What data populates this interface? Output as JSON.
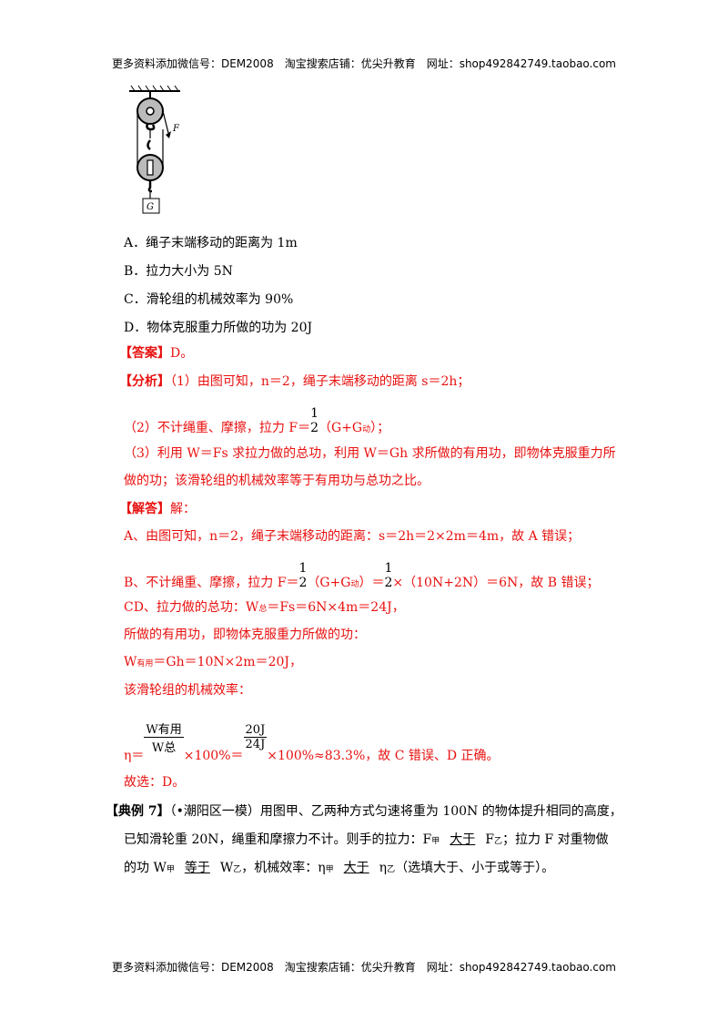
{
  "header": "更多资料添加微信号：DEM2008　淘宝搜索店铺：优尖升教育　网址：shop492842749.taobao.com",
  "footer": "更多资料添加微信号：DEM2008　淘宝搜索店铺：优尖升教育　网址：shop492842749.taobao.com",
  "figure": {
    "force_label": "F",
    "box_label": "G"
  },
  "options": [
    "A．绳子末端移动的距离为 1m",
    "B．拉力大小为 5N",
    "C．滑轮组的机械效率为 90%",
    "D．物体克服重力所做的功为 20J"
  ],
  "answer": {
    "tag": "【答案】",
    "text": "D。"
  },
  "analysis": {
    "tag": "【分析】",
    "l1": "（1）由图可知，n＝2，绳子末端移动的距离 s＝2h；",
    "l2a": "（2）不计绳重、摩擦，拉力 F＝",
    "l2b": "（G+G",
    "l2sub": "动",
    "l2c": "）；",
    "l3": "（3）利用 W＝Fs 求拉力做的总功，利用 W＝Gh 求所做的有用功，即物体克服重力所",
    "l4": "做的功；该滑轮组的机械效率等于有用功与总功之比。"
  },
  "frac_half": {
    "num": "1",
    "den": "2"
  },
  "solution": {
    "tag": "【解答】",
    "tag_tail": "解：",
    "a": "A、由图可知，n＝2，绳子末端移动的距离：s＝2h＝2×2m＝4m，故 A 错误；",
    "b1": "B、不计绳重、摩擦，拉力 F＝",
    "b2": "（G+G",
    "bsub": "动",
    "b3": "）＝",
    "b4": "×（10N+2N）＝6N，故 B 错误；",
    "cd1a": "CD、拉力做的总功：W",
    "cd1sub": "总",
    "cd1b": "＝Fs＝6N×4m＝24J，",
    "cd2": "所做的有用功，即物体克服重力所做的功：",
    "cd3a": "W",
    "cd3sub": "有用",
    "cd3b": "＝Gh＝10N×2m＝20J，",
    "cd4": "该滑轮组的机械效率：",
    "eta": "η＝",
    "f1_num": "W有用",
    "f1_den": "W总",
    "f1_tail": "×100%＝",
    "f2_num": "20J",
    "f2_den": "24J",
    "f2_tail": "×100%≈83.3%，故 C 错误、D 正确。",
    "choose": "故选：D。"
  },
  "example": {
    "tag": "【典例 7】",
    "l1": "（•潮阳区一模）用图甲、乙两种方式匀速将重为 100N 的物体提升相同的高度，",
    "l2a": "已知滑轮重 20N，绳重和摩擦力不计。则手的拉力：F",
    "jia": "甲",
    "yi": "乙",
    "blank1": "大于",
    "l2b": "F",
    "l2c": "；拉力 F 对重物做",
    "l3a": "的功 W",
    "blank2": "等于",
    "l3b": "W",
    "l3c": "，机械效率：η",
    "blank3": "大于",
    "l3d": "η",
    "l3e": "（选填大于、小于或等于）。"
  }
}
